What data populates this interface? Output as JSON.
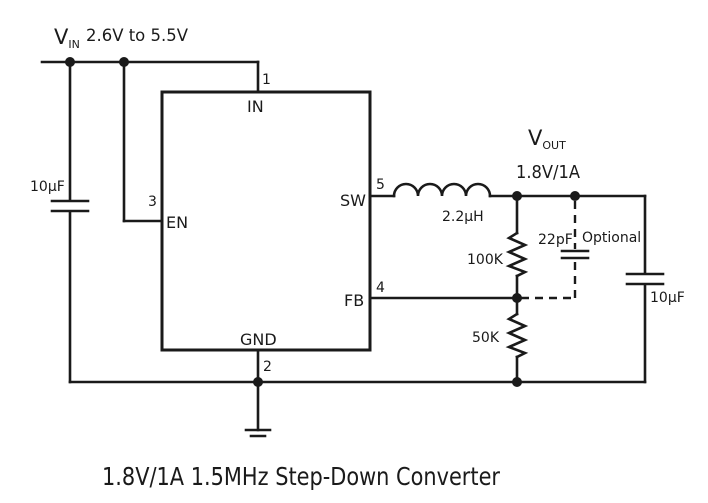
{
  "diagram": {
    "vin_label": "V",
    "vin_sub": "IN",
    "vin_range": "2.6V to 5.5V",
    "pins": {
      "in_num": "1",
      "in_label": "IN",
      "en_num": "3",
      "en_label": "EN",
      "sw_num": "5",
      "sw_label": "SW",
      "fb_num": "4",
      "fb_label": "FB",
      "gnd_num": "2",
      "gnd_label": "GND"
    },
    "vout_label": "V",
    "vout_sub": "OUT",
    "vout_spec": "1.8V/1A",
    "components": {
      "cin": "10µF",
      "inductor": "2.2µH",
      "r_top": "100K",
      "r_bottom": "50K",
      "cff": "22pF",
      "cff_note": "Optional",
      "cout": "10µF"
    },
    "caption": "1.8V/1A 1.5MHz Step-Down Converter"
  }
}
